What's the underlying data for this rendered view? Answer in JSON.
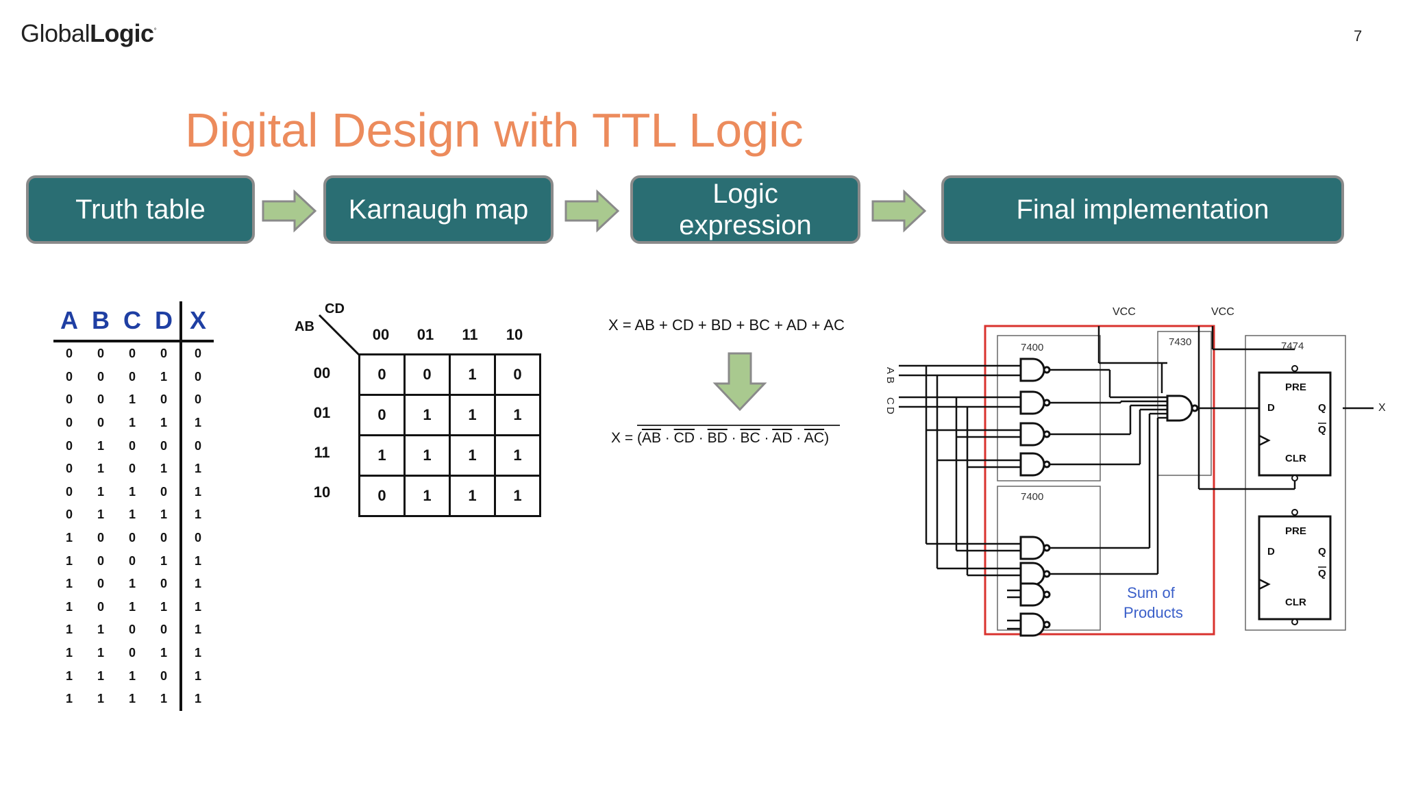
{
  "logo": {
    "part1": "Global",
    "part2": "Logic"
  },
  "page_number": "7",
  "title": "Digital Design with TTL Logic",
  "steps": [
    {
      "label": "Truth table"
    },
    {
      "label": "Karnaugh map"
    },
    {
      "label": "Logic\nexpression"
    },
    {
      "label": "Final implementation"
    }
  ],
  "truth_table": {
    "headers": [
      "A",
      "B",
      "C",
      "D",
      "X"
    ],
    "rows": [
      [
        "0",
        "0",
        "0",
        "0",
        "0"
      ],
      [
        "0",
        "0",
        "0",
        "1",
        "0"
      ],
      [
        "0",
        "0",
        "1",
        "0",
        "0"
      ],
      [
        "0",
        "0",
        "1",
        "1",
        "1"
      ],
      [
        "0",
        "1",
        "0",
        "0",
        "0"
      ],
      [
        "0",
        "1",
        "0",
        "1",
        "1"
      ],
      [
        "0",
        "1",
        "1",
        "0",
        "1"
      ],
      [
        "0",
        "1",
        "1",
        "1",
        "1"
      ],
      [
        "1",
        "0",
        "0",
        "0",
        "0"
      ],
      [
        "1",
        "0",
        "0",
        "1",
        "1"
      ],
      [
        "1",
        "0",
        "1",
        "0",
        "1"
      ],
      [
        "1",
        "0",
        "1",
        "1",
        "1"
      ],
      [
        "1",
        "1",
        "0",
        "0",
        "1"
      ],
      [
        "1",
        "1",
        "0",
        "1",
        "1"
      ],
      [
        "1",
        "1",
        "1",
        "0",
        "1"
      ],
      [
        "1",
        "1",
        "1",
        "1",
        "1"
      ]
    ]
  },
  "kmap": {
    "row_var": "AB",
    "col_var": "CD",
    "cols": [
      "00",
      "01",
      "11",
      "10"
    ],
    "rows": [
      "00",
      "01",
      "11",
      "10"
    ],
    "cells": [
      [
        "0",
        "0",
        "1",
        "0"
      ],
      [
        "0",
        "1",
        "1",
        "1"
      ],
      [
        "1",
        "1",
        "1",
        "1"
      ],
      [
        "0",
        "1",
        "1",
        "1"
      ]
    ]
  },
  "expression": {
    "sum_of_products": "X = AB + CD + BD + BC + AD + AC",
    "nand_form_prefix": "X = (",
    "nand_terms": [
      "AB",
      "CD",
      "BD",
      "BC",
      "AD",
      "AC"
    ],
    "nand_form_suffix": ")"
  },
  "circuit": {
    "inputs": [
      "A",
      "B",
      "C",
      "D"
    ],
    "vcc_labels": [
      "VCC",
      "VCC"
    ],
    "chips": [
      "7400",
      "7400",
      "7430",
      "7474"
    ],
    "ff_labels": {
      "pre": "PRE",
      "clr": "CLR",
      "d": "D",
      "q": "Q",
      "qbar": "Q"
    },
    "output": "X",
    "sop_label_1": "Sum of",
    "sop_label_2": "Products"
  },
  "colors": {
    "accent_orange": "#ec8b5c",
    "teal": "#2a6e73",
    "arrow_green": "#a9c98f",
    "sop_red": "#d9322e"
  }
}
